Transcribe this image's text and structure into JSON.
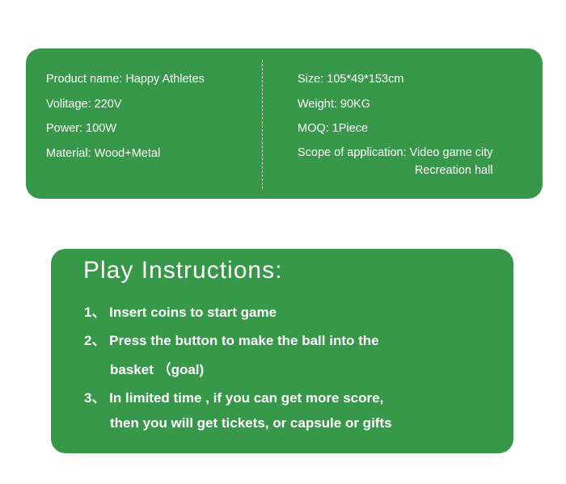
{
  "specs": {
    "left": [
      "Product name: Happy Athletes",
      "Volitage: 220V",
      "Power: 100W",
      "Material: Wood+Metal"
    ],
    "right": [
      "Size: 105*49*153cm",
      "Weight: 90KG",
      "MOQ: 1Piece",
      "Scope of application: Video game city"
    ],
    "right_extra": "Recreation hall"
  },
  "instructions": {
    "title": "Play Instructions:",
    "lines": [
      "1、 Insert coins to start game",
      "2、 Press the button to make the ball into the",
      "basket （goal)",
      "3、 In limited time , if you can get more score,",
      "then you will get tickets, or capsule or gifts"
    ]
  },
  "colors": {
    "card": "#37984a",
    "text": "#ffffff",
    "background": "#ffffff"
  }
}
